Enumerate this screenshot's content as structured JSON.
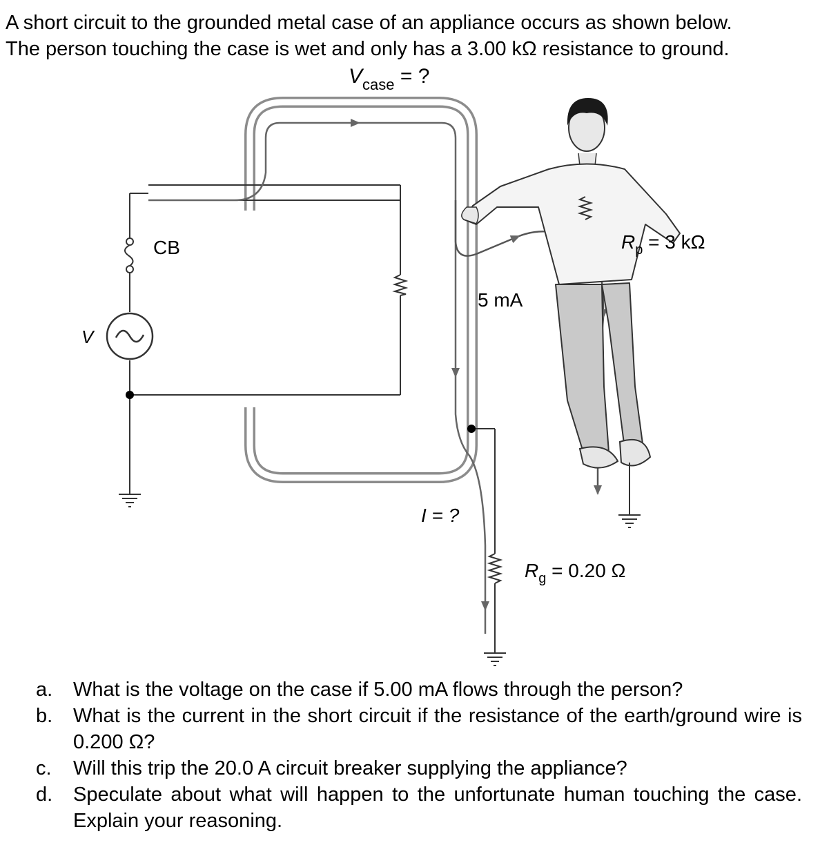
{
  "intro": {
    "line1": "A short circuit to the grounded metal case of an appliance occurs as shown below.",
    "line2": "The person touching the case is wet and only has a 3.00 kΩ resistance to ground."
  },
  "diagram": {
    "vcase_symbol": "V",
    "vcase_subscript": "case",
    "vcase_rest": " = ?",
    "cb_label": "CB",
    "source_label": "V",
    "person_current_label": "5 mA",
    "short_current_label": "I = ?",
    "rp_symbol": "R",
    "rp_subscript": "p",
    "rp_value": " = 3 kΩ",
    "rg_symbol": "R",
    "rg_subscript": "g",
    "rg_value": " = 0.20 Ω"
  },
  "questions": [
    {
      "marker": "a.",
      "text": "What is the voltage on the case if 5.00 mA flows through the person?"
    },
    {
      "marker": "b.",
      "text": "What is the current in the short circuit if the resistance of the earth/ground wire is 0.200 Ω?"
    },
    {
      "marker": "c.",
      "text": "Will this trip the 20.0 A circuit breaker supplying the appliance?"
    },
    {
      "marker": "d.",
      "text": "Speculate about what will happen to the unfortunate human touching the case. Explain your reasoning."
    }
  ]
}
